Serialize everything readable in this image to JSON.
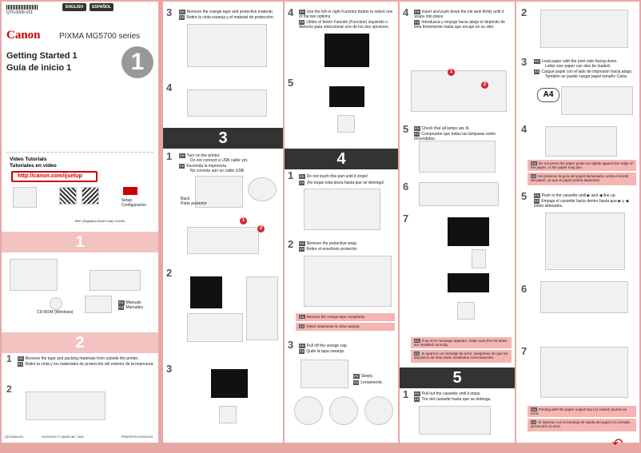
{
  "cover": {
    "lang_en": "ENGLISH",
    "lang_es": "ESPAÑOL",
    "barcode_number": "QT5-0000-V01",
    "brand": "Canon",
    "model": "PIXMA MG5700 series",
    "title_en": "Getting Started 1",
    "title_es": "Guía de inicio 1",
    "big_number": "1",
    "video_title_en": "Video Tutorials",
    "video_title_es": "Tutoriales en vídeo",
    "url": "http://canon.com/ijsetup",
    "setup_label_en": "Setup",
    "setup_label_es": "Configuración",
    "rmc": "RMC (Regulatory Model Code): K10435",
    "footer_code": "QT5-0000-V01",
    "footer_copyright": "XXXXXXXX © CANON INC. 2015",
    "footer_printed": "PRINTED IN XXXXXXXX"
  },
  "sec1": {
    "number": "1",
    "cdrom": "CD-ROM (Windows)",
    "manuals_en": "Manuals",
    "manuals_es": "Manuales"
  },
  "sec2": {
    "number": "2",
    "step1_en": "Remove the tape and packing materials from outside the printer.",
    "step1_es": "Retire la cinta y los materiales de protección del exterior de la impresora."
  },
  "col2": {
    "step3_en": "Remove the orange tape and protective material.",
    "step3_es": "Retire la cinta naranja y el material de protección.",
    "sec3": "3",
    "s3_step1_en": "Turn on the printer.",
    "s3_step1_note_en": "Do not connect a USB cable yet.",
    "s3_step1_es": "Encienda la impresora.",
    "s3_step1_note_es": "No conecte aún un cable USB.",
    "back_en": "Back",
    "back_es": "Parte posterior"
  },
  "col3": {
    "step4_en": "Use the left or right Function button to select one of the two options.",
    "step4_es": "Utilice el botón Función (Function) izquierdo o derecho para seleccionar uno de los dos opciones.",
    "sec4": "4",
    "s4_step1_en": "Do not touch this part until it stops!",
    "s4_step1_es": "¡No toque esta pieza hasta que se detenga!",
    "s4_step2_en": "Remove the protective wrap.",
    "s4_step2_es": "Retire el envoltorio protector.",
    "warn_en": "Remove the orange tape completely.",
    "warn_es": "Retire totalmente la cinta naranja.",
    "s4_step3_en": "Pull off the orange cap.",
    "s4_step3_es": "Quite la tapa naranja.",
    "slowly_en": "Slowly.",
    "slowly_es": "Lentamente."
  },
  "col4": {
    "step4_en": "Insert and push down the ink tank firmly until it snaps into place.",
    "step4_es": "Introduzca y empuje hacia abajo el depósito de tinta firmemente hasta que encaje en su sitio.",
    "step5_en": "Check that all lamps are lit.",
    "step5_es": "Compruebe que todas las lámparas estén encendidas.",
    "warn_en": "If an error message appears, make sure the ink tanks are installed correctly.",
    "warn_es": "Si aparece un mensaje de error, asegúrese de que los depósitos de tinta estén instalados correctamente.",
    "sec5": "5",
    "s5_step1_en": "Pull out the cassette until it stops.",
    "s5_step1_es": "Tire del cassette hasta que se detenga."
  },
  "col5": {
    "step3_en": "Load paper with the print side facing down.",
    "step3_en2": "Letter size paper can also be loaded.",
    "step3_es": "Cargue papel con el lado de impresión hacia abajo.",
    "step3_es2": "También se puede cargar papel tamaño Carta.",
    "a4": "A4",
    "warn_en": "Do not press the paper guide too tightly against the edge of the paper, or the paper may jam.",
    "warn_es": "No presione la guía del papel demasiado contra el borde del papel, ya que el papel podría atascarse.",
    "step5_en": "Push in the cassette until ▶ and ◀ line up.",
    "step5_es": "Empuje el cassette hacia dentro hasta que ▶ y ◀ estén alineados.",
    "warn2_en": "Printing with the paper output tray (A) closed causes an error.",
    "warn2_es": "Si imprime con la bandeja de salida del papel (A) cerrada, provocará un error."
  }
}
